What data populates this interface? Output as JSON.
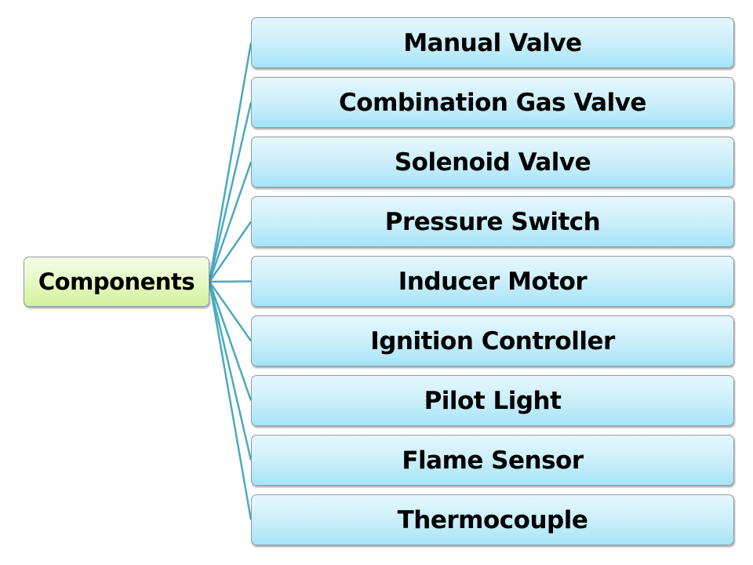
{
  "diagram": {
    "type": "mind-map",
    "root": {
      "label": "Components"
    },
    "children": [
      {
        "label": "Manual Valve"
      },
      {
        "label": "Combination Gas Valve"
      },
      {
        "label": "Solenoid Valve"
      },
      {
        "label": "Pressure Switch"
      },
      {
        "label": "Inducer Motor"
      },
      {
        "label": "Ignition Controller"
      },
      {
        "label": "Pilot Light"
      },
      {
        "label": "Flame Sensor"
      },
      {
        "label": "Thermocouple"
      }
    ],
    "colors": {
      "connector": "#4aaabf",
      "root_fill": "#e4f8c0",
      "child_fill": "#c9eefa",
      "border": "#8f9ea6"
    }
  }
}
